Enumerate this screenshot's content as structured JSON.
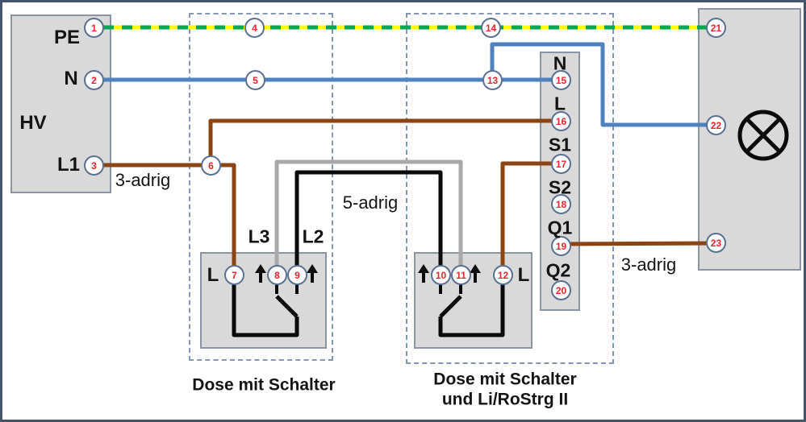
{
  "colors": {
    "pe_yellow": "#ffff00",
    "pe_green": "#00a650",
    "neutral_blue": "#4f81bd",
    "phase_brown": "#8a4513",
    "aux_gray": "#a8a8a8",
    "switched_black": "#0a0a0a"
  },
  "hv_panel": {
    "title": "HV",
    "terminals": [
      {
        "label": "PE"
      },
      {
        "label": "N"
      },
      {
        "label": "L1"
      }
    ]
  },
  "cables": {
    "left": "3-adrig",
    "middle": "5-adrig",
    "right": "3-adrig"
  },
  "switch_box_1": {
    "caption": "Dose mit Schalter",
    "common_label": "L",
    "wire_label_l3": "L3",
    "wire_label_l2": "L2"
  },
  "switch_box_2": {
    "caption_line1": "Dose mit Schalter",
    "caption_line2": "und Li/RoStrg II",
    "common_label": "L"
  },
  "terminal_strip": {
    "labels": [
      "N",
      "L",
      "S1",
      "S2",
      "Q1",
      "Q2"
    ]
  },
  "icons": {
    "arrow_up": "up-arrow",
    "lamp": "lamp-cross-circle"
  },
  "nodes": [
    "1",
    "2",
    "3",
    "4",
    "5",
    "6",
    "7",
    "8",
    "9",
    "10",
    "11",
    "12",
    "13",
    "14",
    "15",
    "16",
    "17",
    "18",
    "19",
    "20",
    "21",
    "22",
    "23"
  ]
}
